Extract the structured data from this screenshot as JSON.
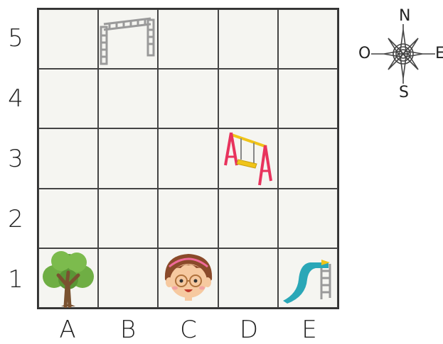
{
  "grid": {
    "rows": [
      "5",
      "4",
      "3",
      "2",
      "1"
    ],
    "columns": [
      "A",
      "B",
      "C",
      "D",
      "E"
    ]
  },
  "compass": {
    "north": "N",
    "east": "E",
    "south": "S",
    "west": "O"
  },
  "items": [
    {
      "name": "monkey-bars",
      "icon": "monkey-bars-icon",
      "column": "B",
      "row": "5"
    },
    {
      "name": "swing",
      "icon": "swing-icon",
      "column": "D",
      "row": "3"
    },
    {
      "name": "tree",
      "icon": "tree-icon",
      "column": "A",
      "row": "1"
    },
    {
      "name": "girl",
      "icon": "girl-face-icon",
      "column": "C",
      "row": "1"
    },
    {
      "name": "slide",
      "icon": "slide-icon",
      "column": "E",
      "row": "1"
    }
  ]
}
